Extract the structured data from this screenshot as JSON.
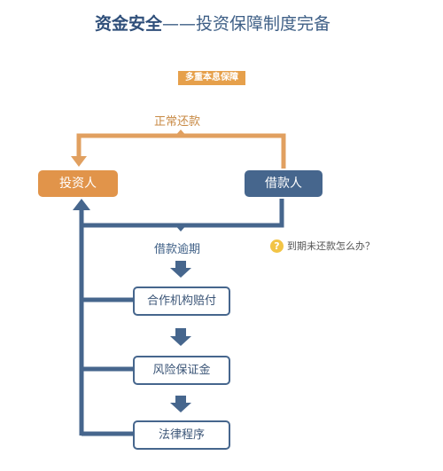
{
  "header": {
    "title_main": "资金安全",
    "title_dash": "——",
    "title_sub": "投资保障制度完备"
  },
  "badge": {
    "label": "多重本息保障"
  },
  "flow": {
    "repayment_label": "正常还款",
    "overdue_label": "借款逾期",
    "investor": "投资人",
    "borrower": "借款人",
    "steps": [
      "合作机构赔付",
      "风险保证金",
      "法律程序"
    ]
  },
  "faq": {
    "icon_text": "?",
    "question": "到期未还款怎么办？"
  },
  "colors": {
    "orange": "#e1944a",
    "blue": "#46668d",
    "title_blue": "#2f4f7a",
    "question_yellow": "#f2c446"
  }
}
